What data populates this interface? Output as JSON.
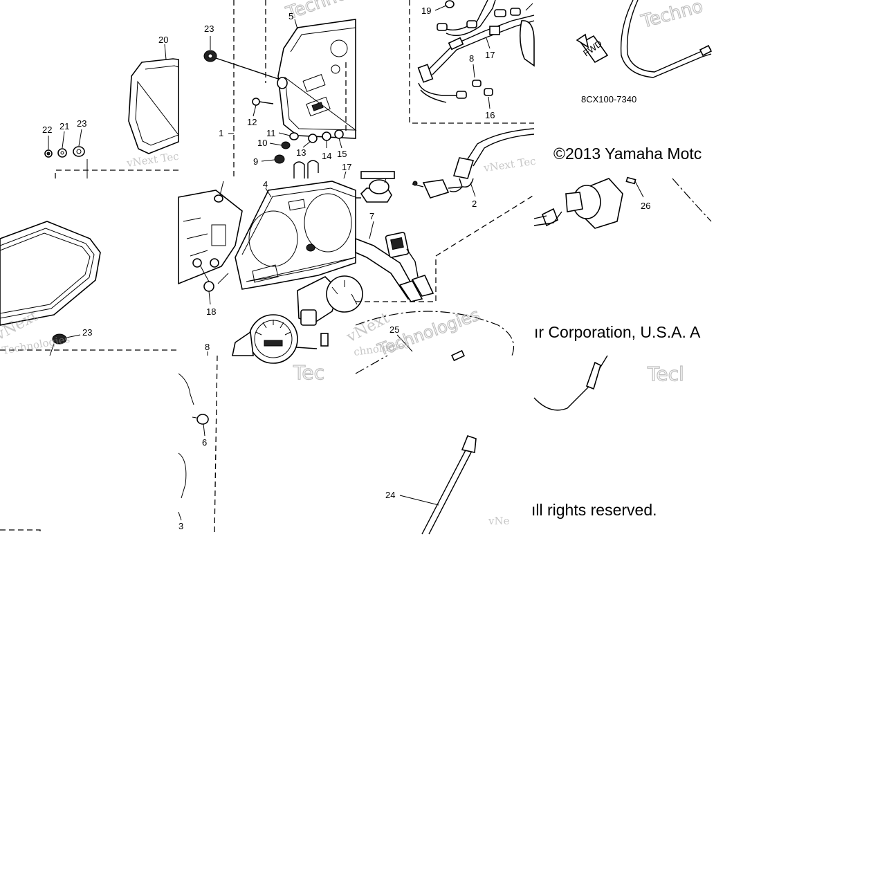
{
  "part_code": "8CX100-7340",
  "fwd_label": "FWD",
  "copyright_parts": [
    "©2013 Yamaha Motc",
    "ır Corporation, U.S.A. A",
    "ıll rights reserved."
  ],
  "watermarks": {
    "vnext": "vNext",
    "technologies": "Technologies",
    "tec_short": "Tec",
    "vnext_tec": "vNext Tec",
    "vne_short": "vNe",
    "vnext_word": "vNext",
    "chnologies": "chnologies",
    "techno": "Techno",
    "tecl": "Tecl"
  },
  "callouts": {
    "c1": "1",
    "c2": "2",
    "c3": "3",
    "c4": "4",
    "c5": "5",
    "c6": "6",
    "c7": "7",
    "c8a": "8",
    "c8b": "8",
    "c9": "9",
    "c10": "10",
    "c11": "11",
    "c12": "12",
    "c13": "13",
    "c14": "14",
    "c15": "15",
    "c16": "16",
    "c17a": "17",
    "c17b": "17",
    "c18": "18",
    "c19": "19",
    "c20": "20",
    "c21": "21",
    "c22": "22",
    "c23a": "23",
    "c23b": "23",
    "c23c": "23",
    "c24": "24",
    "c25": "25",
    "c26": "26"
  }
}
